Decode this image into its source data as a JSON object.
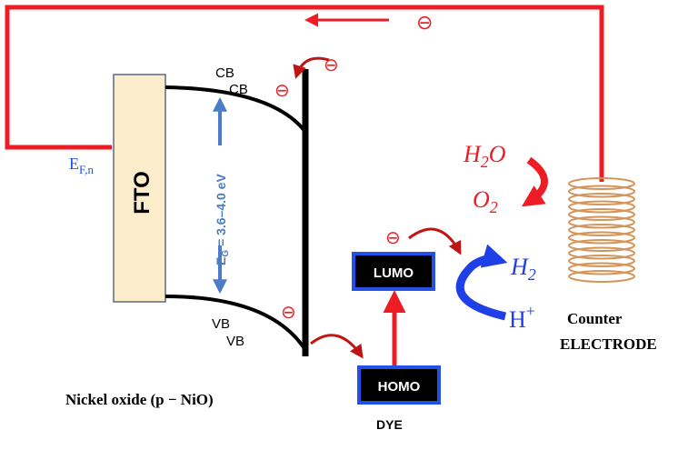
{
  "labels": {
    "fto": "FTO",
    "fermi_level": "E",
    "fermi_level_sub": "F,n",
    "cb_1": "CB",
    "cb_2": "CB",
    "vb_1": "VB",
    "vb_2": "VB",
    "bandgap_prefix": "E",
    "bandgap_sub": "G",
    "bandgap_value": " = 3.6–4.0 eV",
    "lumo": "LUMO",
    "homo": "HOMO",
    "dye": "DYE",
    "material_name": "Nickel oxide (",
    "material_formula": "p − NiO",
    "material_close": ")",
    "counter_electrode_line1": "Counter",
    "counter_electrode_line2": "ELECTRODE",
    "water": "H",
    "water_sub": "2",
    "water_tail": "O",
    "oxygen": "O",
    "oxygen_sub": "2",
    "hydrogen": "H",
    "hydrogen_sub": "2",
    "proton": "H",
    "proton_sup": "+",
    "electron_symbol": "⊖"
  },
  "colors": {
    "circuit_wire": "#ee1c25",
    "electron": "#ee1c25",
    "fto_fill": "#fbeccb",
    "box_border": "#2350e6",
    "bandgap_arrow": "#4a7cc7",
    "h2_arrow": "#1f3fe8",
    "coil": "#d4955a"
  },
  "icons": {
    "electron": "electron-minus-icon",
    "coil": "coil-icon"
  }
}
